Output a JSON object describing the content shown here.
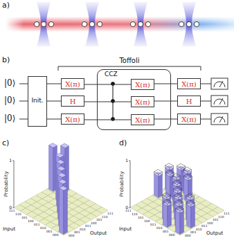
{
  "diagram": {
    "nodes": [
      {
        "text": [
          "Init."
        ]
      },
      {
        "text": [
          "X(π)"
        ]
      },
      {
        "text": [
          "H"
        ]
      },
      {
        "text": [
          "X(π)"
        ]
      },
      {
        "text": [
          "CCZ"
        ]
      },
      {
        "text": [
          "X(π)"
        ],
        "in": 4
      },
      {
        "text": [
          "X(π)"
        ],
        "in": 4
      },
      {
        "text": [
          "X(π)"
        ],
        "in": 4
      },
      {
        "text": [
          "X(π)"
        ]
      },
      {
        "text": [
          "H"
        ]
      },
      {
        "text": [
          "X(π)"
        ]
      }
    ],
    "edges": [
      {
        "from": 0,
        "to": 1,
        "arrow": "none"
      },
      {
        "from": 0,
        "to": 2,
        "arrow": "none"
      },
      {
        "from": 0,
        "to": 3,
        "arrow": "none"
      },
      {
        "from": 1,
        "to": 5,
        "arrow": "none"
      },
      {
        "from": 2,
        "to": 6,
        "arrow": "none"
      },
      {
        "from": 3,
        "to": 7,
        "arrow": "none"
      },
      {
        "from": 5,
        "to": 8,
        "arrow": "none"
      },
      {
        "from": 6,
        "to": 9,
        "arrow": "none"
      },
      {
        "from": 7,
        "to": 10,
        "arrow": "none"
      }
    ],
    "labels": [
      "a)",
      "b)",
      "c)",
      "d)",
      "|0⟩",
      "|0⟩",
      "|0⟩",
      "Toffoli",
      "Probability",
      "0",
      "1",
      "Input",
      "Output",
      "000",
      "001",
      "010",
      "011",
      "100",
      "101",
      "110",
      "111",
      "000",
      "001",
      "010",
      "011",
      "100",
      "101",
      "110",
      "111",
      "Probability",
      "0",
      "1",
      "Input",
      "Output",
      "000",
      "001",
      "010",
      "011",
      "100",
      "101",
      "110",
      "111",
      "000",
      "001",
      "010",
      "011",
      "100",
      "101",
      "110",
      "111"
    ]
  }
}
